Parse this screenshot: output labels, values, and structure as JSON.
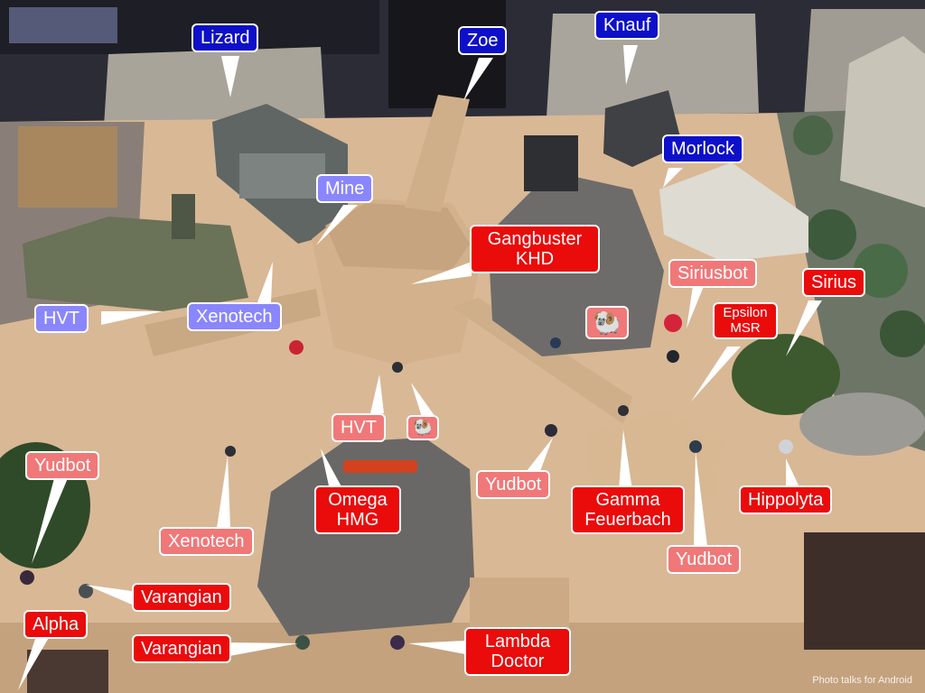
{
  "labels": {
    "lizard": "Lizard",
    "zoe": "Zoe",
    "knauf": "Knauf",
    "morlock": "Morlock",
    "mine": "Mine",
    "gangbuster_l1": "Gangbuster",
    "gangbuster_l2": "KHD",
    "siriusbot": "Siriusbot",
    "sirius": "Sirius",
    "epsilon_l1": "Epsilon",
    "epsilon_l2": "MSR",
    "hvt_left": "HVT",
    "xenotech_top": "Xenotech",
    "ram_right": "🐏",
    "hvt_center": "HVT",
    "ram_center": "🐏",
    "yudbot_left": "Yudbot",
    "yudbot_center": "Yudbot",
    "yudbot_right": "Yudbot",
    "omega_l1": "Omega",
    "omega_l2": "HMG",
    "gamma_l1": "Gamma",
    "gamma_l2": "Feuerbach",
    "hippolyta": "Hippolyta",
    "xenotech_bottom": "Xenotech",
    "varangian_top": "Varangian",
    "varangian_bottom": "Varangian",
    "alpha": "Alpha",
    "lambda_l1": "Lambda",
    "lambda_l2": "Doctor"
  },
  "watermark": "Photo talks for Android",
  "colors": {
    "team_blue": "#0d10c8",
    "team_lavender": "#8a86ff",
    "team_red": "#ea0b0b",
    "team_pink": "#f07878"
  }
}
